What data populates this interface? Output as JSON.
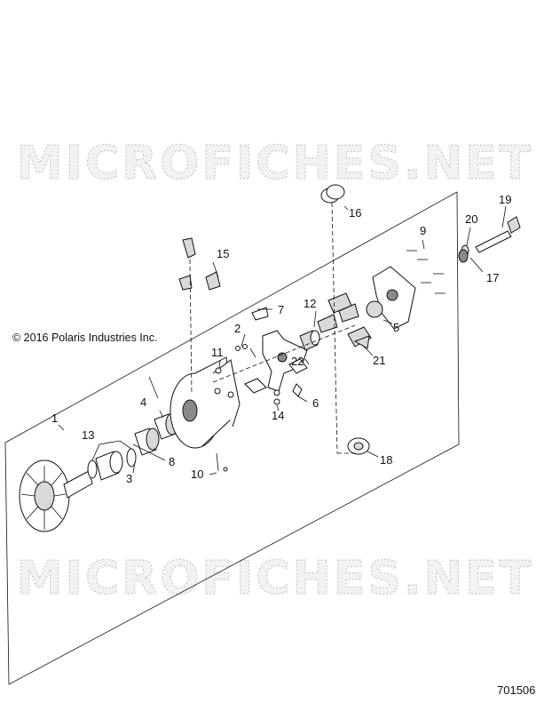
{
  "watermarks": [
    "MICROFICHES.NET",
    "MICROFICHES.NET"
  ],
  "copyright": "© 2016 Polaris Industries Inc.",
  "drawing_number": "701506",
  "callouts": [
    "1",
    "2",
    "3",
    "4",
    "5",
    "6",
    "7",
    "8",
    "9",
    "10",
    "11",
    "12",
    "13",
    "14",
    "15",
    "16",
    "17",
    "18",
    "19",
    "20",
    "21",
    "22"
  ]
}
